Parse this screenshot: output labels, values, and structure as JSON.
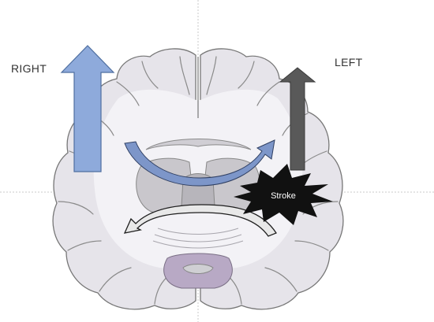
{
  "labels": {
    "right": "RIGHT",
    "left": "LEFT",
    "stroke": "Stroke"
  },
  "icons": {
    "right_arrow": "up-arrow-icon",
    "left_arrow": "up-arrow-icon",
    "stroke_burst": "starburst-icon"
  },
  "colors": {
    "right_hemisphere_arrow": "#8eaadb",
    "left_hemisphere_arrow": "#595959",
    "stroke": "#111111",
    "brain_tissue": "#d9d6df",
    "brain_outline": "#7a7a7a",
    "midline": "#c8c8c8"
  }
}
